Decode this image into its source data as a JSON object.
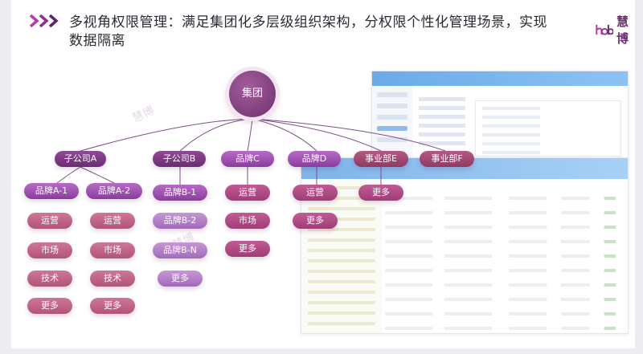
{
  "header": {
    "title": "多视角权限管理：满足集团化多层级组织架构，分权限个性化管理场景，实现数据隔离",
    "logo_text": "慧博"
  },
  "diagram": {
    "root": "集团",
    "level1": [
      "子公司A",
      "子公司B",
      "品牌C",
      "品牌D",
      "事业部E",
      "事业部F"
    ],
    "col_a": {
      "brand1": "品牌A-1",
      "brand2": "品牌A-2",
      "items1": [
        "运营",
        "市场",
        "技术",
        "更多"
      ],
      "items2": [
        "运营",
        "市场",
        "技术",
        "更多"
      ]
    },
    "col_b": [
      "品牌B-1",
      "品牌B-2",
      "品牌B-N",
      "更多"
    ],
    "col_c": [
      "运营",
      "市场",
      "更多"
    ],
    "col_d": [
      "运营",
      "更多"
    ],
    "col_e": [
      "更多"
    ]
  },
  "colors": {
    "accent": "#6a2c73",
    "brand": "#6b2e6e",
    "chevron": "#8c2f8f"
  }
}
